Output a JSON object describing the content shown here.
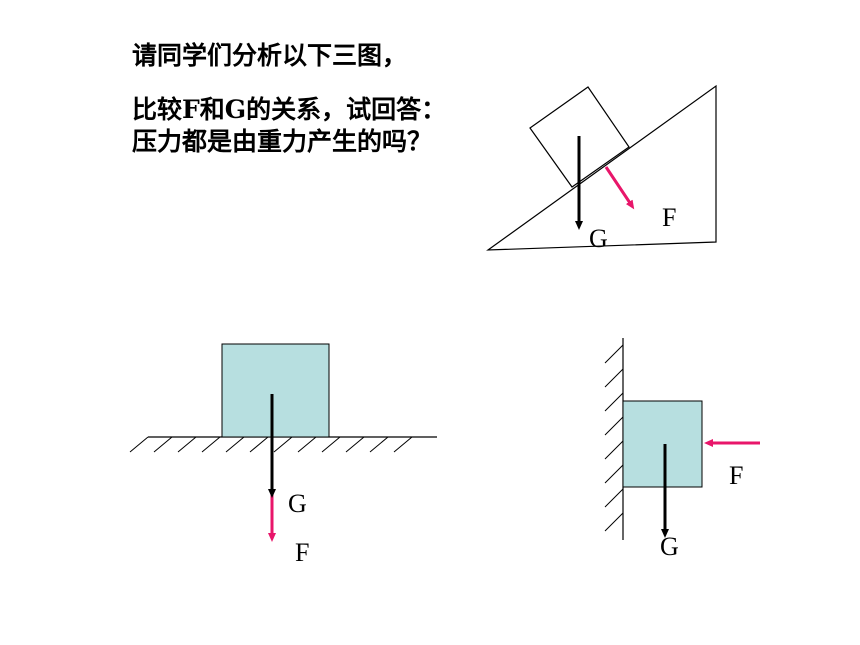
{
  "question": {
    "line1": "请同学们分析以下三图，",
    "line2": "比较F和G的关系，试回答：压力都是由重力产生的吗？"
  },
  "figures": {
    "incline": {
      "force_label": "F",
      "weight_label": "G"
    },
    "floor": {
      "force_label": "F",
      "weight_label": "G"
    },
    "wall": {
      "force_label": "F",
      "weight_label": "G"
    }
  },
  "colors": {
    "force_arrow": "#e8166a",
    "weight_arrow": "#000000",
    "block_fill": "#b7dfe0"
  }
}
